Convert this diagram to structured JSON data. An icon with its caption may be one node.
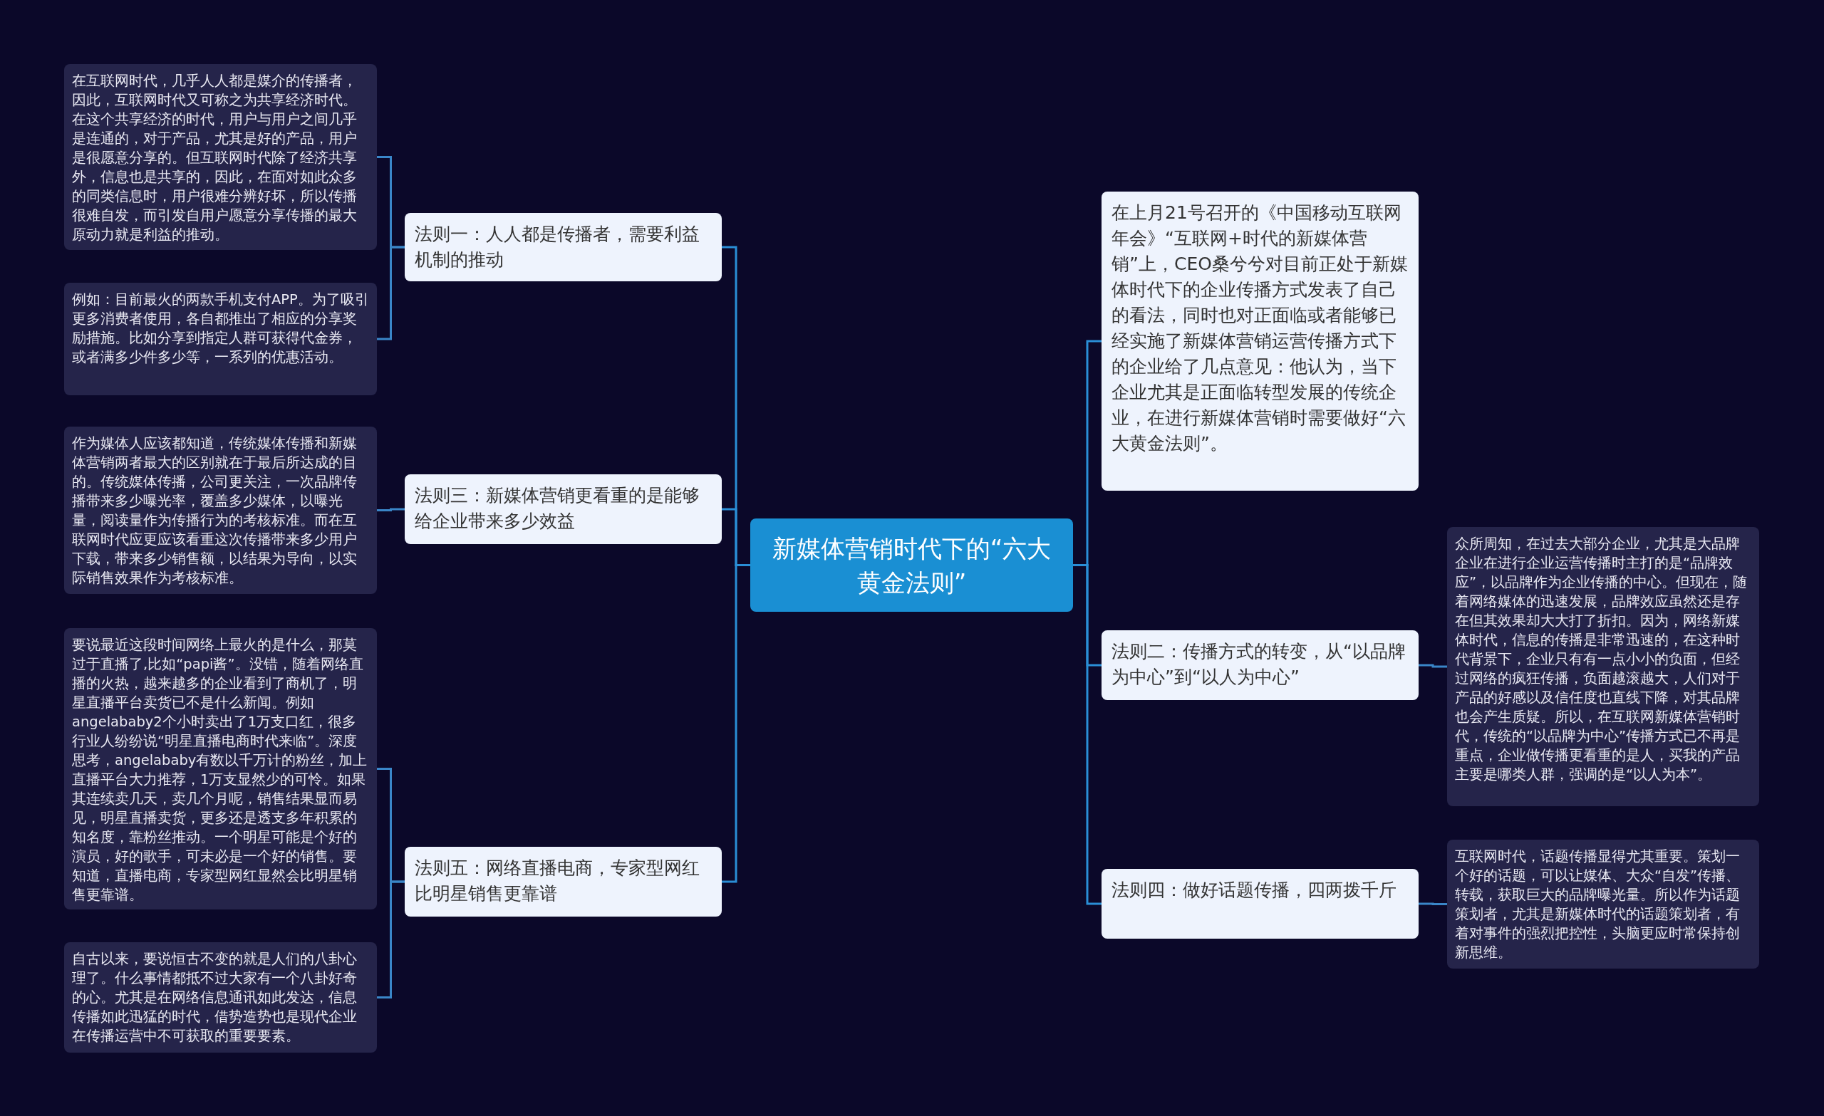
{
  "diagram": {
    "nodes": [
      {
        "text": [
          "新媒体营销时代下的“六大黄金法则”"
        ]
      },
      {
        "text": [
          "法则一：人人都是传播者，需要利益机制的推动"
        ]
      },
      {
        "text": [
          "在互联网时代，几乎人人都是媒介的传播者，因此，互联网时代又可称之为共享经济时代。在这个共享经济的时代，用户与用户之间几乎是连通的，对于产品，尤其是好的产品，用户是很愿意分享的。但互联网时代除了经济共享外，信息也是共享的，因此，在面对如此众多的同类信息时，用户很难分辨好坏，所以传播很难自发，而引发自用户愿意分享传播的最大原动力就是利益的推动。"
        ]
      },
      {
        "text": [
          "例如：目前最火的两款手机支付APP。为了吸引更多消费者使用，各自都推出了相应的分享奖励措施。比如分享到指定人群可获得代金券，或者满多少件多少等，一系列的优惠活动。"
        ]
      },
      {
        "text": [
          "法则三：新媒体营销更看重的是能够给企业带来多少效益"
        ]
      },
      {
        "text": [
          "作为媒体人应该都知道，传统媒体传播和新媒体营销两者最大的区别就在于最后所达成的目的。传统媒体传播，公司更关注，一次品牌传播带来多少曝光率，覆盖多少媒体，以曝光量，阅读量作为传播行为的考核标准。而在互联网时代应更应该看重这次传播带来多少用户下载，带来多少销售额，以结果为导向，以实际销售效果作为考核标准。"
        ]
      },
      {
        "text": [
          "法则五：网络直播电商，专家型网红比明星销售更靠谱"
        ]
      },
      {
        "text": [
          "要说最近这段时间网络上最火的是什么，那莫过于直播了,比如“papi酱”。没错，随着网络直播的火热，越来越多的企业看到了商机了，明星直播平台卖货已不是什么新闻。例如angelababy2个小时卖出了1万支口红，很多行业人纷纷说“明星直播电商时代来临”。深度思考，angelababy有数以千万计的粉丝，加上直播平台大力推荐，1万支显然少的可怜。如果其连续卖几天，卖几个月呢，销售结果显而易见，明星直播卖货，更多还是透支多年积累的知名度，靠粉丝推动。一个明星可能是个好的演员，好的歌手，可未必是一个好的销售。要知道，直播电商，专家型网红显然会比明星销售更靠谱。"
        ]
      },
      {
        "text": [
          "自古以来，要说恒古不变的就是人们的八卦心理了。什么事情都抵不过大家有一个八卦好奇的心。尤其是在网络信息通讯如此发达，信息传播如此迅猛的时代，借势造势也是现代企业在传播运营中不可获取的重要要素。"
        ]
      },
      {
        "text": [
          "在上月21号召开的《中国移动互联网年会》“互联网+时代的新媒体营销”上，CEO桑兮兮对目前正处于新媒体时代下的企业传播方式发表了自己的看法，同时也对正面临或者能够已经实施了新媒体营销运营传播方式下的企业给了几点意见：他认为，当下企业尤其是正面临转型发展的传统企业，在进行新媒体营销时需要做好“六大黄金法则”。"
        ]
      },
      {
        "text": [
          "法则二：传播方式的转变，从“以品牌为中心”到“以人为中心”"
        ]
      },
      {
        "text": [
          "众所周知，在过去大部分企业，尤其是大品牌企业在进行企业运营传播时主打的是“品牌效应”，以品牌作为企业传播的中心。但现在，随着网络媒体的迅速发展，品牌效应虽然还是存在但其效果却大大打了折扣。因为，网络新媒体时代，信息的传播是非常迅速的，在这种时代背景下，企业只有有一点小小的负面，但经过网络的疯狂传播，负面越滚越大，人们对于产品的好感以及信任度也直线下降，对其品牌也会产生质疑。所以，在互联网新媒体营销时代，传统的“以品牌为中心”传播方式已不再是重点，企业做传播更看重的是人，买我的产品主要是哪类人群，强调的是“以人为本”。"
        ]
      },
      {
        "text": [
          "法则四：做好话题传播，四两拨千斤"
        ]
      },
      {
        "text": [
          "互联网时代，话题传播显得尤其重要。策划一个好的话题，可以让媒体、大众“自发”传播、转载，获取巨大的品牌曝光量。所以作为话题策划者，尤其是新媒体时代的话题策划者，有着对事件的强烈把控性，头脑更应时常保持创新思维。"
        ]
      }
    ],
    "edges": [
      {
        "from": 0,
        "to": 1,
        "arrow": "none"
      },
      {
        "from": 0,
        "to": 4,
        "arrow": "none"
      },
      {
        "from": 0,
        "to": 6,
        "arrow": "none"
      },
      {
        "from": 1,
        "to": 2,
        "arrow": "none"
      },
      {
        "from": 1,
        "to": 3,
        "arrow": "none"
      },
      {
        "from": 4,
        "to": 5,
        "arrow": "none"
      },
      {
        "from": 6,
        "to": 7,
        "arrow": "none"
      },
      {
        "from": 6,
        "to": 8,
        "arrow": "none"
      },
      {
        "from": 0,
        "to": 9,
        "arrow": "none"
      },
      {
        "from": 0,
        "to": 10,
        "arrow": "none"
      },
      {
        "from": 10,
        "to": 11,
        "arrow": "none"
      },
      {
        "from": 0,
        "to": 12,
        "arrow": "none"
      },
      {
        "from": 12,
        "to": 13,
        "arrow": "none"
      }
    ]
  }
}
